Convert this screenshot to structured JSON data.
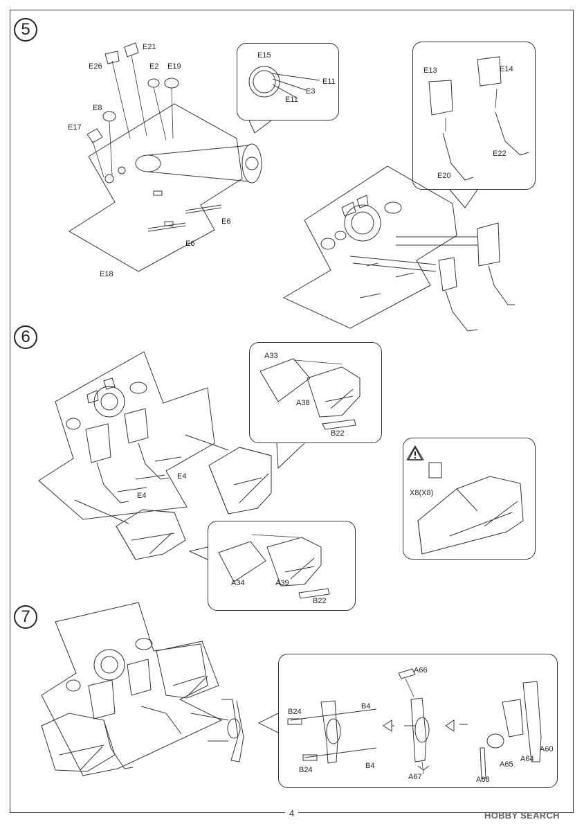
{
  "steps": [
    {
      "number": "5"
    },
    {
      "number": "6"
    },
    {
      "number": "7"
    }
  ],
  "parts": {
    "s5": [
      "E21",
      "E26",
      "E2",
      "E19",
      "E8",
      "E17",
      "E18",
      "E6",
      "E6",
      "E15",
      "E11",
      "E3",
      "E11",
      "E13",
      "E14",
      "E20",
      "E22"
    ],
    "s6": [
      "A33",
      "A38",
      "B22",
      "E4",
      "E4",
      "A34",
      "A39",
      "B22",
      "X8(X8)"
    ],
    "s7": [
      "A66",
      "B24",
      "B4",
      "B24",
      "B4",
      "A67",
      "A60",
      "A64",
      "A65",
      "A68"
    ]
  },
  "footer": {
    "page_number": "4",
    "watermark": "HOBBY SEARCH"
  },
  "colors": {
    "line": "#333333",
    "bg": "#ffffff"
  }
}
